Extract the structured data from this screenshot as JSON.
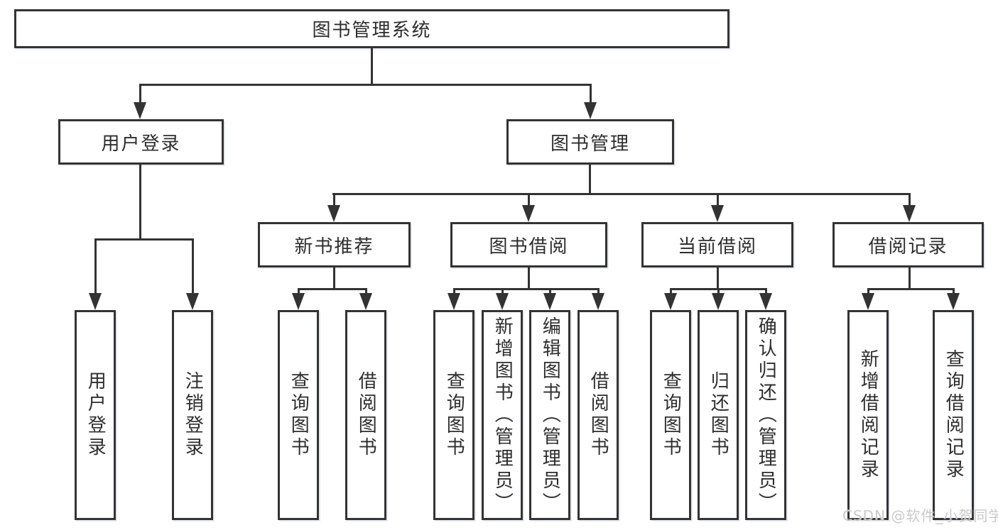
{
  "diagram": {
    "root": {
      "label": "图书管理系统"
    },
    "level2": [
      {
        "label": "用户登录"
      },
      {
        "label": "图书管理"
      }
    ],
    "level3": [
      {
        "label": "新书推荐",
        "parent": "图书管理"
      },
      {
        "label": "图书借阅",
        "parent": "图书管理"
      },
      {
        "label": "当前借阅",
        "parent": "图书管理"
      },
      {
        "label": "借阅记录",
        "parent": "图书管理"
      }
    ],
    "leaves": [
      {
        "label": "用户登录",
        "parent": "用户登录"
      },
      {
        "label": "注销登录",
        "parent": "用户登录"
      },
      {
        "label": "查询图书",
        "parent": "新书推荐"
      },
      {
        "label": "借阅图书",
        "parent": "新书推荐"
      },
      {
        "label": "查询图书",
        "parent": "图书借阅"
      },
      {
        "label": "新增图书（管理员）",
        "parent": "图书借阅"
      },
      {
        "label": "编辑图书（管理员）",
        "parent": "图书借阅"
      },
      {
        "label": "借阅图书",
        "parent": "图书借阅"
      },
      {
        "label": "查询图书",
        "parent": "当前借阅"
      },
      {
        "label": "归还图书",
        "parent": "当前借阅"
      },
      {
        "label": "确认归还（管理员）",
        "parent": "当前借阅"
      },
      {
        "label": "新增借阅记录",
        "parent": "借阅记录"
      },
      {
        "label": "查询借阅记录",
        "parent": "借阅记录"
      }
    ]
  },
  "watermark": {
    "text": "CSDN @软件_小贺同学",
    "color": "#c9c9c9"
  },
  "colors": {
    "line": "#333333",
    "text": "#2d2d2d",
    "box_background": "#ffffff",
    "page_background": "#ffffff"
  }
}
